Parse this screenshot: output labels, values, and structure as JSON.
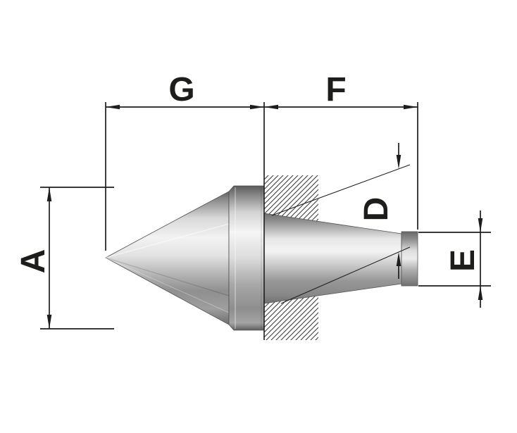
{
  "drawing": {
    "labels": {
      "g": "G",
      "f": "F",
      "a": "A",
      "d": "D",
      "e": "E"
    },
    "colors": {
      "background": "#ffffff",
      "line": "#1d1d1b",
      "hatch": "#3f3f3f",
      "metal_light": "#f5f5f5",
      "metal_dark": "#5a5a5a"
    }
  }
}
